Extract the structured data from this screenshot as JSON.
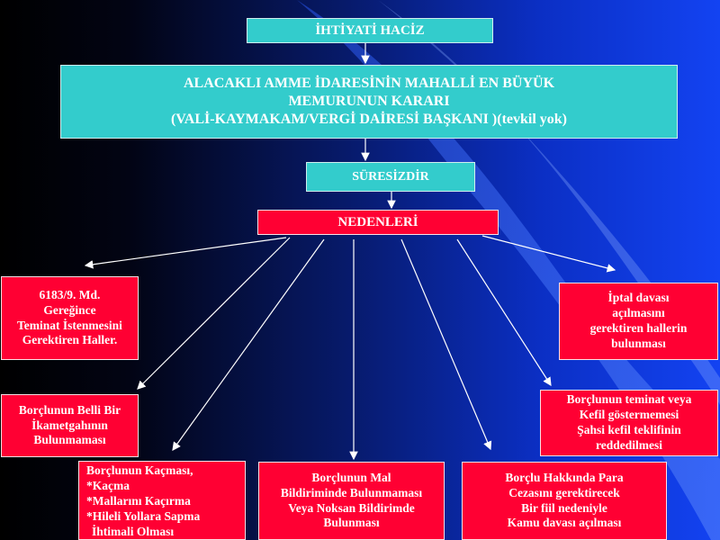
{
  "colors": {
    "box_cyan": "#33cccc",
    "box_red": "#ff0033",
    "text": "#ffffff",
    "arrow": "#ffffff",
    "background_dark": "#000000",
    "background_blue": "#1343f2"
  },
  "diagram": {
    "title": "İHTİYATİ HACİZ",
    "authority": {
      "lines": [
        "ALACAKLI AMME İDARESİNİN MAHALLİ EN BÜYÜK",
        "MEMURUNUN KARARI",
        "(VALİ-KAYMAKAM/VERGİ DAİRESİ BAŞKANI )(tevkil yok)"
      ]
    },
    "duration": "SÜRESİZDİR",
    "reasons_header": "NEDENLERİ",
    "reasons": [
      {
        "id": "md-6183",
        "lines": [
          "6183/9. Md.",
          "Gereğince",
          "Teminat İstenmesini",
          "Gerektiren Haller."
        ]
      },
      {
        "id": "ikametgah",
        "lines": [
          "Borçlunun Belli Bir",
          "İkametgahının",
          "Bulunmaması"
        ]
      },
      {
        "id": "kacma",
        "lines": [
          "Borçlunun Kaçması,",
          "*Kaçma",
          "*Mallarını Kaçırma",
          "*Hileli Yollara Sapma",
          "İhtimali Olması"
        ]
      },
      {
        "id": "mal-bildirimi",
        "lines": [
          "Borçlunun Mal",
          "Bildiriminde Bulunmaması",
          "Veya  Noksan Bildirimde",
          "Bulunması"
        ]
      },
      {
        "id": "para-cezasi",
        "lines": [
          "Borçlu Hakkında Para",
          "Cezasını gerektirecek",
          "Bir fiil nedeniyle",
          "Kamu davası açılması"
        ]
      },
      {
        "id": "teminat",
        "lines": [
          "Borçlunun teminat veya",
          "Kefil göstermemesi",
          "Şahsi kefil teklifinin",
          "reddedilmesi"
        ]
      },
      {
        "id": "iptal-davasi",
        "lines": [
          "İptal davası",
          "açılmasını",
          "gerektiren hallerin",
          "bulunması"
        ]
      }
    ]
  }
}
